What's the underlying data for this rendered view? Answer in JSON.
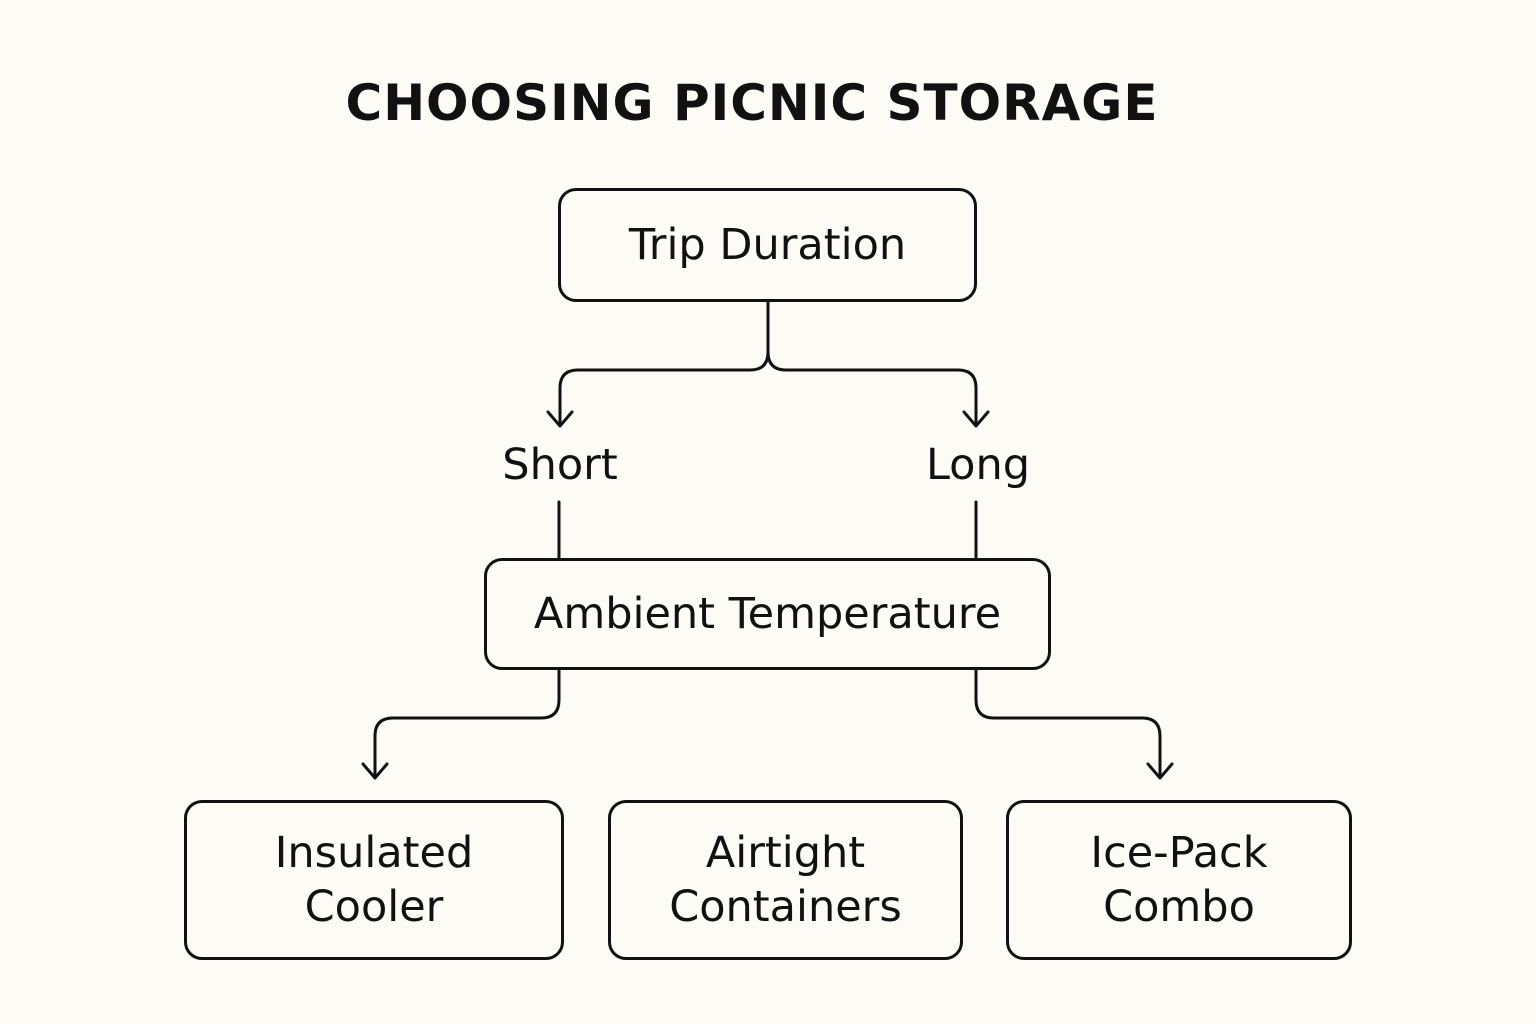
{
  "title": "CHOOSING PICNIC STORAGE",
  "nodes": {
    "trip_duration": "Trip Duration",
    "ambient_temperature": "Ambient Temperature",
    "insulated_cooler": [
      "Insulated",
      "Cooler"
    ],
    "airtight_containers": [
      "Airtight",
      "Containers"
    ],
    "ice_pack_combo": [
      "Ice-Pack",
      "Combo"
    ]
  },
  "branches": {
    "short": "Short",
    "long": "Long"
  },
  "colors": {
    "background": "#fcfbf5",
    "stroke": "#111111"
  }
}
